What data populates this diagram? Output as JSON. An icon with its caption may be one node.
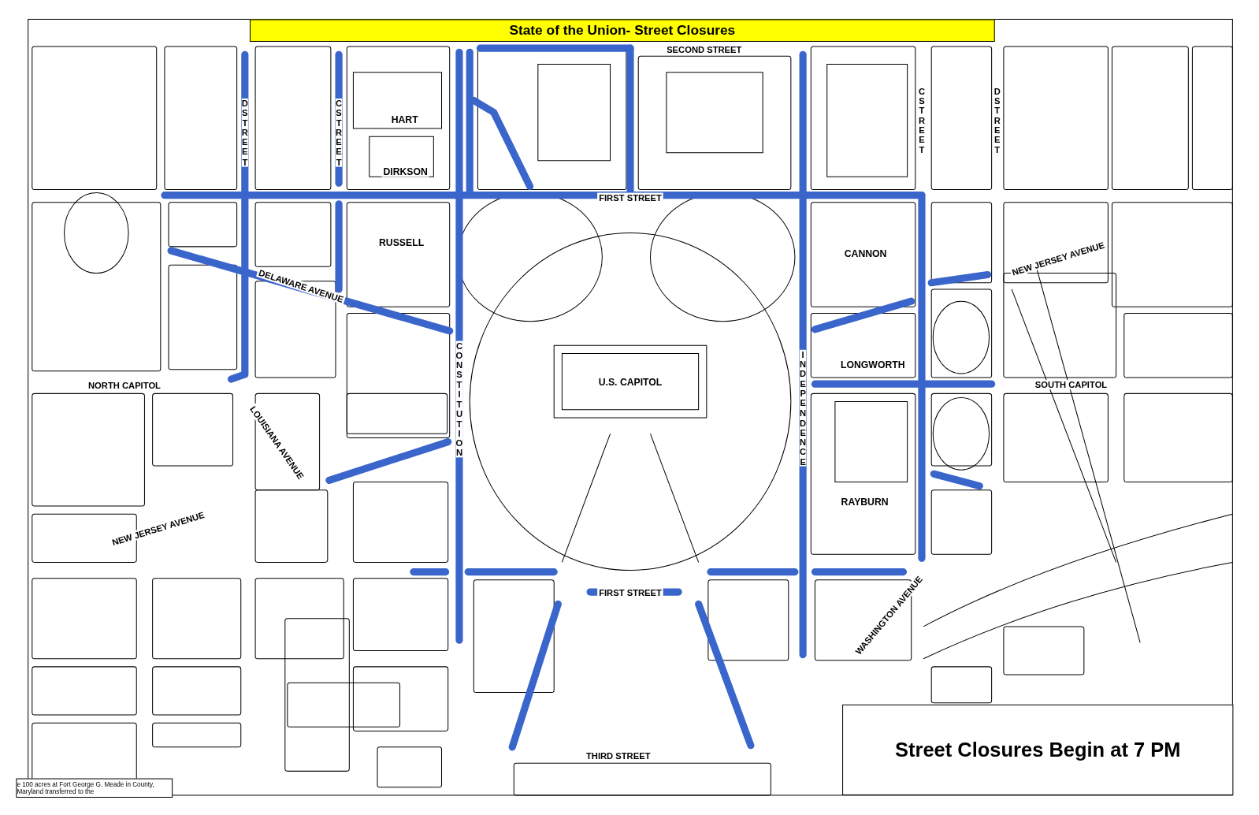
{
  "diagram": {
    "title": "State of the Union- Street Closures",
    "nodes": [
      {
        "text": [
          "Street Closures Begin at 7 PM"
        ]
      },
      {
        "text": [
          "e 100 acres at Fort George G. Meade in County, Maryland transferred to the"
        ]
      }
    ],
    "labels": [
      "SECOND STREET",
      "D STREET",
      "C STREET",
      "HART",
      "C STREET",
      "D STREET",
      "DIRKSON",
      "FIRST STREET",
      "RUSSELL",
      "CANNON",
      "NEW JERSEY AVENUE",
      "DELAWARE AVENUE",
      "CONSTITUTION",
      "INDEPENDENCE",
      "LONGWORTH",
      "U.S. CAPITOL",
      "NORTH CAPITOL",
      "SOUTH CAPITOL",
      "LOUISIANA AVENUE",
      "RAYBURN",
      "NEW JERSEY AVENUE",
      "WASHINGTON AVENUE",
      "FIRST STREET",
      "THIRD STREET"
    ]
  }
}
